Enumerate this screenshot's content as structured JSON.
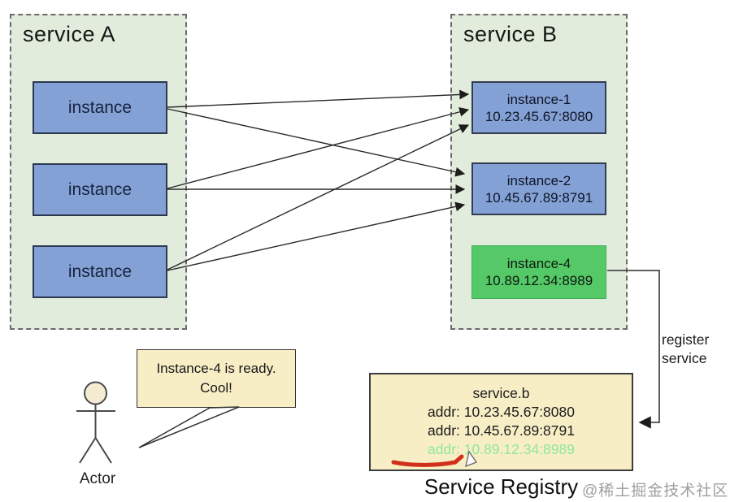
{
  "service_a": {
    "title": "service A",
    "instances": [
      {
        "label": "instance"
      },
      {
        "label": "instance"
      },
      {
        "label": "instance"
      }
    ]
  },
  "service_b": {
    "title": "service B",
    "instances": [
      {
        "name": "instance-1",
        "addr": "10.23.45.67:8080",
        "status": "blue"
      },
      {
        "name": "instance-2",
        "addr": "10.45.67.89:8791",
        "status": "blue"
      },
      {
        "name": "instance-4",
        "addr": "10.89.12.34:8989",
        "status": "green"
      }
    ]
  },
  "register_arrow": {
    "line1": "register",
    "line2": "service"
  },
  "registry": {
    "caption": "Service Registry",
    "service_name": "service.b",
    "entries": [
      {
        "text": "addr: 10.23.45.67:8080",
        "highlight": false
      },
      {
        "text": "addr: 10.45.67.89:8791",
        "highlight": false
      },
      {
        "text": "addr: 10.89.12.34:8989",
        "highlight": true
      }
    ]
  },
  "actor": {
    "label": "Actor",
    "speech": {
      "line1": "Instance-4 is ready.",
      "line2": "Cool!"
    }
  },
  "watermark": "@稀土掘金技术社区",
  "colors": {
    "panel_bg": "#e2ecdc",
    "instance_blue": "#84a1d6",
    "instance_green": "#55c868",
    "registry_bg": "#f8eec6",
    "highlight_green": "#8ee79a",
    "underline_red": "#d0301a"
  }
}
